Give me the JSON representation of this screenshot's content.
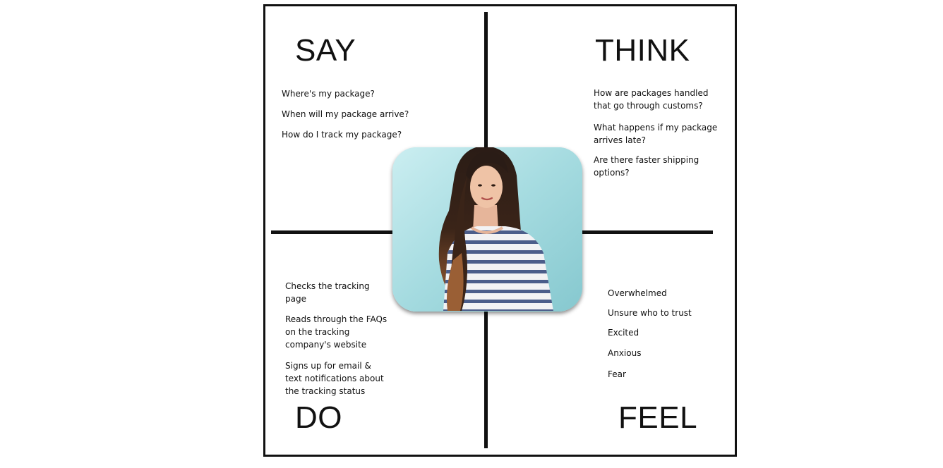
{
  "quadrants": {
    "say": {
      "title": "SAY",
      "items": [
        "Where's my package?",
        "When will my package arrive?",
        "How do I track my package?"
      ]
    },
    "think": {
      "title": "THINK",
      "items": [
        "How are packages handled that go through customs?",
        "What happens if my package arrives late?",
        "Are there faster shipping options?"
      ]
    },
    "do": {
      "title": "DO",
      "items": [
        "Checks the tracking page",
        "Reads through the FAQs on the tracking company's website",
        "Signs up for email & text notifications about the tracking status"
      ]
    },
    "feel": {
      "title": "FEEL",
      "items": [
        "Overwhelmed",
        "Unsure who to trust",
        "Excited",
        "Anxious",
        "Fear"
      ]
    }
  },
  "colors": {
    "line": "#111111",
    "photo_background": "#a9dde2"
  },
  "persona_photo": {
    "icon": "persona-portrait"
  }
}
